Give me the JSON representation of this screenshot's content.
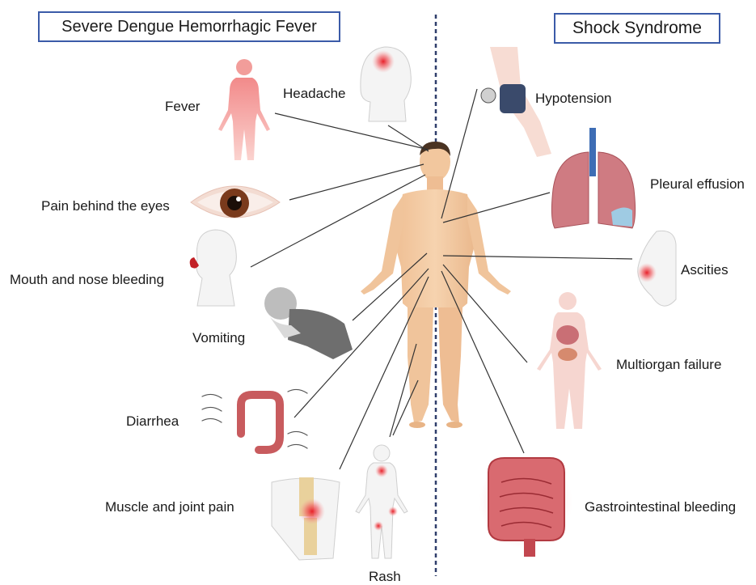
{
  "headers": {
    "left": "Severe Dengue Hemorrhagic Fever",
    "right": "Shock Syndrome"
  },
  "symptoms_left": [
    "Fever",
    "Headache",
    "Pain behind the eyes",
    "Mouth and nose bleeding",
    "Vomiting",
    "Diarrhea",
    "Muscle and joint pain",
    "Rash"
  ],
  "symptoms_right": [
    "Hypotension",
    "Pleural effusion",
    "Ascities",
    "Multiorgan failure",
    "Gastrointestinal bleeding"
  ],
  "colors": {
    "header_border": "#3b5ba8",
    "divider": "#2f3e6b",
    "connector": "#333333",
    "skin": "#f2c79e",
    "highlight_red": "#e8202a"
  }
}
